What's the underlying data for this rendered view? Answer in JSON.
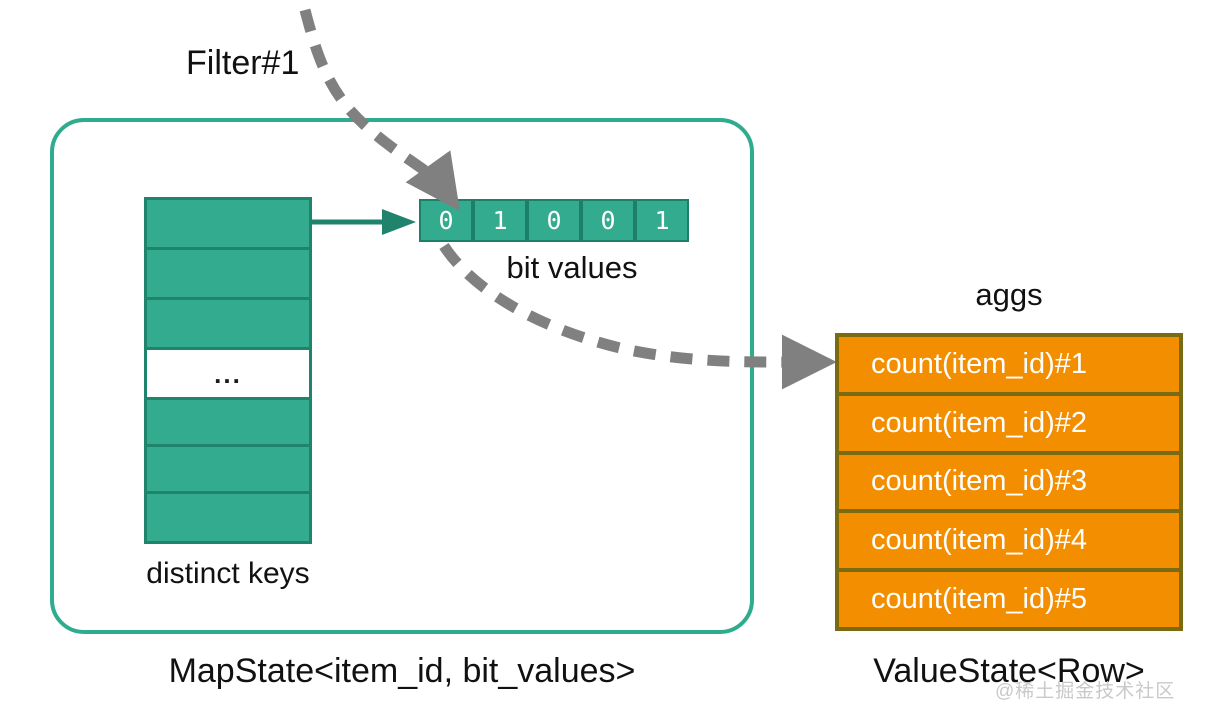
{
  "diagram": {
    "title_filter": "Filter#1",
    "map_state": {
      "caption": "MapState<item_id, bit_values>",
      "keys": {
        "caption": "distinct keys",
        "cells": [
          {
            "type": "filled",
            "text": ""
          },
          {
            "type": "filled",
            "text": ""
          },
          {
            "type": "filled",
            "text": ""
          },
          {
            "type": "ellipsis",
            "text": "..."
          },
          {
            "type": "filled",
            "text": ""
          },
          {
            "type": "filled",
            "text": ""
          },
          {
            "type": "filled",
            "text": ""
          }
        ]
      },
      "bits": {
        "caption": "bit values",
        "values": [
          "0",
          "1",
          "0",
          "0",
          "1"
        ]
      }
    },
    "value_state": {
      "caption": "ValueState<Row>",
      "aggs_label": "aggs",
      "rows": [
        "count(item_id)#1",
        "count(item_id)#2",
        "count(item_id)#3",
        "count(item_id)#4",
        "count(item_id)#5"
      ]
    },
    "watermark": "@稀土掘金技术社区",
    "colors": {
      "green_fill": "#33AB8E",
      "green_border": "#20836C",
      "green_frame": "#2FAB8E",
      "orange_fill": "#F28E00",
      "orange_border": "#7A6A12",
      "dashed_arrow": "#808080",
      "text": "#111111"
    }
  }
}
